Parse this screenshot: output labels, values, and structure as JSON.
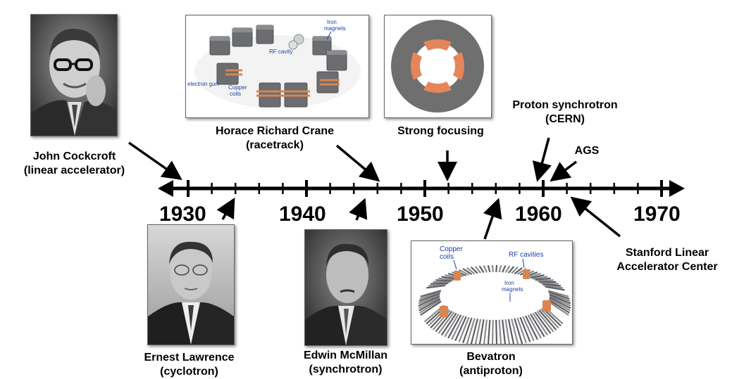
{
  "years": [
    "1930",
    "1940",
    "1950",
    "1960",
    "1970"
  ],
  "events": {
    "cockcroft": {
      "name": "John Cockcroft",
      "detail": "(linear accelerator)"
    },
    "lawrence": {
      "name": "Ernest Lawrence",
      "detail": "(cyclotron)"
    },
    "crane": {
      "name": "Horace Richard Crane",
      "detail": "(racetrack)"
    },
    "mcmillan": {
      "name": "Edwin McMillan",
      "detail": "(synchrotron)"
    },
    "strong_focusing": {
      "name": "Strong focusing"
    },
    "bevatron": {
      "name": "Bevatron",
      "detail": "(antiproton)"
    },
    "cern": {
      "name": "Proton synchrotron",
      "detail": "(CERN)"
    },
    "ags": {
      "name": "AGS"
    },
    "slac": {
      "name": "Stanford Linear",
      "detail": "Accelerator Center"
    }
  },
  "figure_labels": {
    "racetrack": {
      "iron": "Iron",
      "magnets": "magnets",
      "rf": "RF cavity",
      "gun": "electron gun",
      "copper": "Copper",
      "coils": "coils"
    },
    "bevatron": {
      "copper": "Copper",
      "coils": "coils",
      "rf": "RF cavities",
      "iron": "Iron",
      "magnets": "magnets"
    }
  },
  "colors": {
    "timeline": "#000000",
    "magnet": "#6b6d70",
    "copper": "#d9854f",
    "disc": "#6f6f6f",
    "label_blue": "#1a3fa8"
  }
}
